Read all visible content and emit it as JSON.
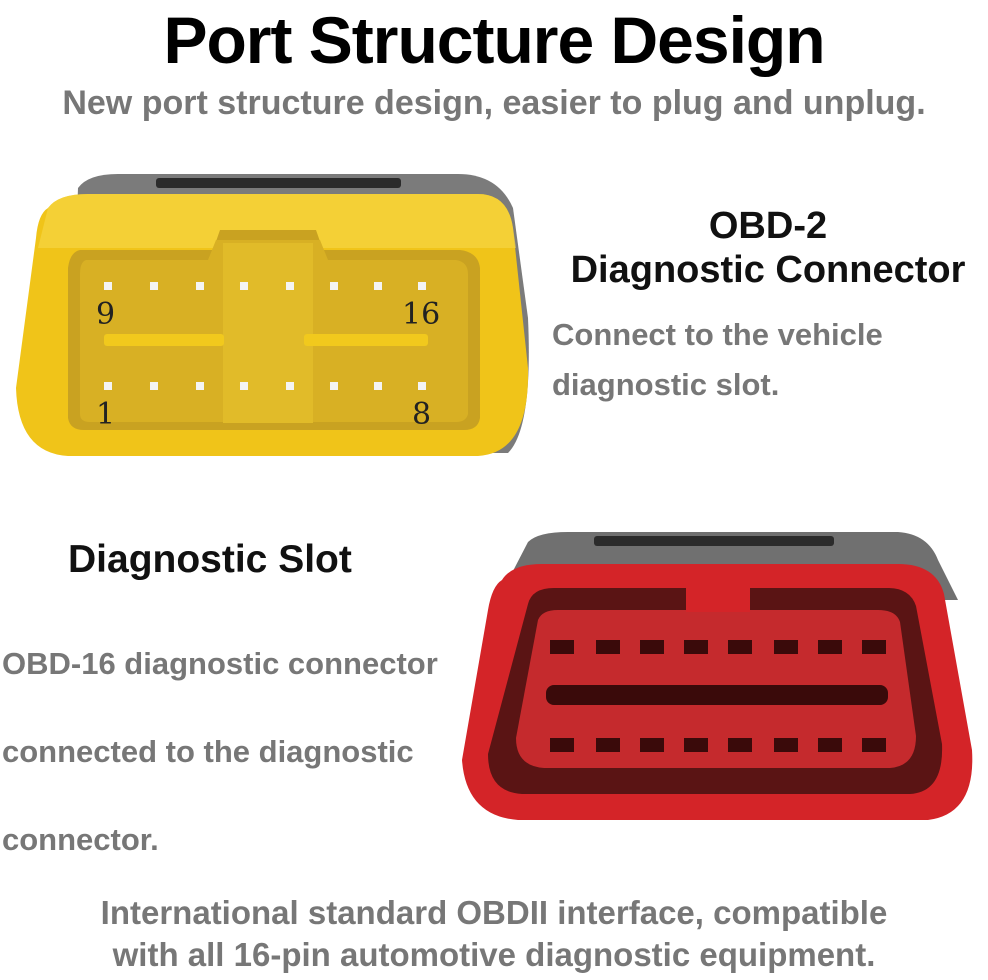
{
  "header": {
    "title": "Port Structure Design",
    "subtitle": "New port structure design, easier to plug and unplug."
  },
  "connector": {
    "heading_line1": "OBD-2",
    "heading_line2": "Diagnostic Connector",
    "description_line1": "Connect to the vehicle",
    "description_line2": "diagnostic slot.",
    "pin_labels": {
      "top_left": "9",
      "top_right": "16",
      "bottom_left": "1",
      "bottom_right": "8"
    },
    "color": "#f2cc1c"
  },
  "slot": {
    "heading": "Diagnostic Slot",
    "description_line1": "OBD-16 diagnostic connector",
    "description_line2": "connected to the diagnostic",
    "description_line3": "connector.",
    "color": "#d8252b"
  },
  "footer": {
    "line1": "International standard OBDII interface, compatible",
    "line2": "with all 16-pin automotive diagnostic equipment."
  }
}
